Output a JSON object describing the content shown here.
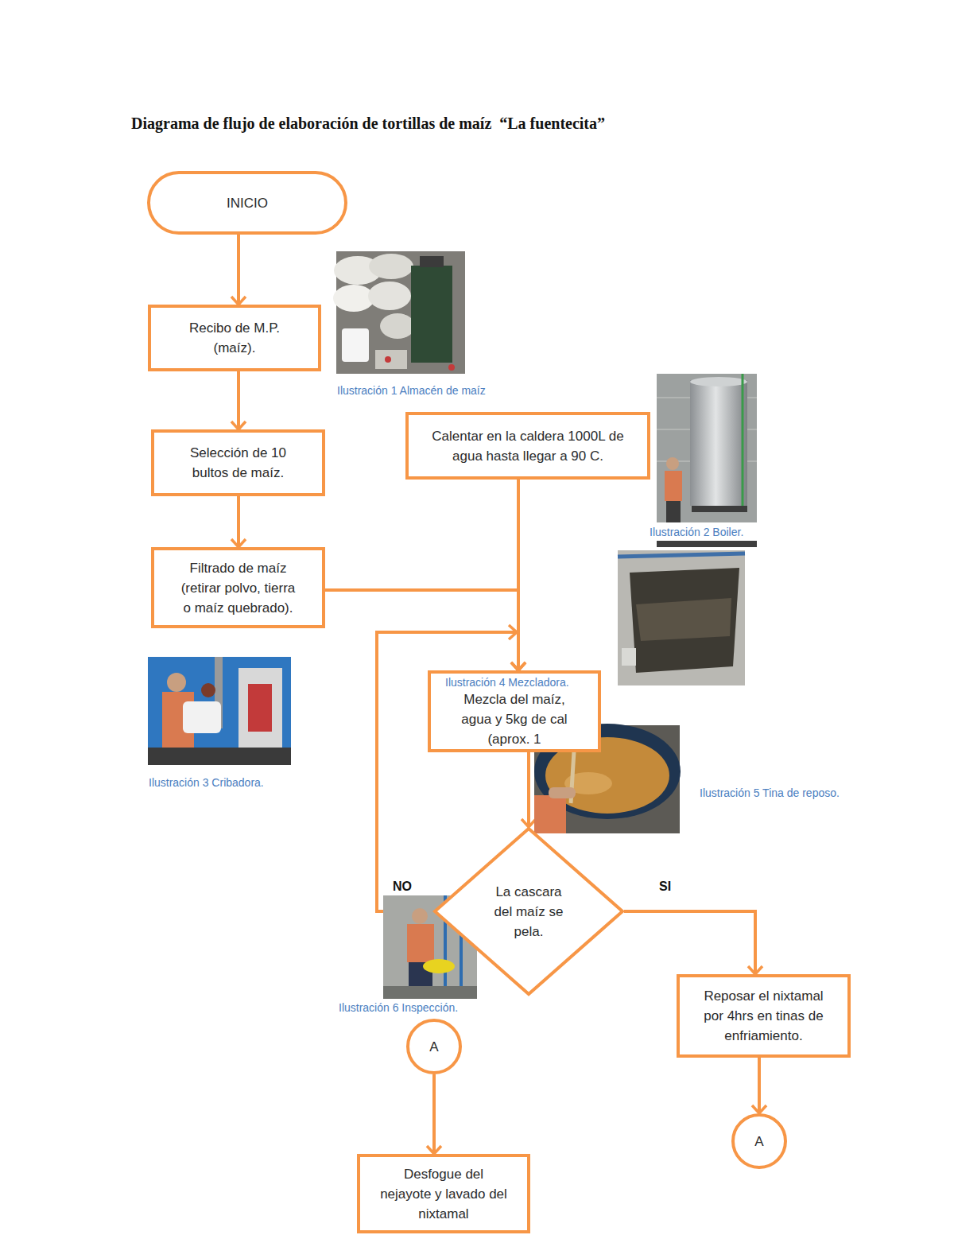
{
  "diagram": {
    "title": "Diagrama de flujo de elaboración de tortillas de maíz  “La fuentecita”",
    "nodes": [
      {
        "text": [
          "INICIO"
        ]
      },
      {
        "text": [
          "Recibo de M.P. (maíz)."
        ]
      },
      {
        "text": [
          "Selección de 10 bultos de maíz."
        ]
      },
      {
        "text": [
          "Calentar en la caldera 1000L de agua hasta llegar a 90 C."
        ]
      },
      {
        "text": [
          "Filtrado de maíz (retirar polvo, tierra o maíz quebrado)."
        ]
      },
      {
        "text": [
          "Mezcla del maíz, agua y 5kg de cal (aprox. 1"
        ]
      },
      {
        "text": [
          "La cascara del maíz se pela."
        ]
      },
      {
        "text": [
          "Reposar el nixtamal por 4hrs en tinas de enfriamiento."
        ]
      },
      {
        "text": [
          "A"
        ]
      },
      {
        "text": [
          "A"
        ]
      },
      {
        "text": [
          "Desfogue del nejayote y lavado del nixtamal"
        ]
      }
    ],
    "edges": [
      {
        "from": 0,
        "to": 1,
        "arrow": "to"
      },
      {
        "from": 1,
        "to": 2,
        "arrow": "to"
      },
      {
        "from": 2,
        "to": 4,
        "arrow": "to"
      },
      {
        "from": 3,
        "to": 5,
        "arrow": "to"
      },
      {
        "from": 4,
        "to": 5,
        "arrow": "to"
      },
      {
        "from": 5,
        "to": 6,
        "arrow": "to"
      },
      {
        "from": 6,
        "to": 5,
        "label": "NO",
        "arrow": "to"
      },
      {
        "from": 6,
        "to": 7,
        "label": "SI",
        "arrow": "to"
      },
      {
        "from": 7,
        "to": 9,
        "arrow": "to"
      },
      {
        "from": 8,
        "to": 10,
        "arrow": "to"
      }
    ],
    "labels": [
      "Ilustración 1 Almacén de maíz",
      "Ilustración 2 Boiler.",
      "Ilustración 4 Mezcladora.",
      "Ilustración 3 Cribadora.",
      "Ilustración 5 Tina de reposo.",
      "Ilustración 6 Inspección."
    ]
  }
}
